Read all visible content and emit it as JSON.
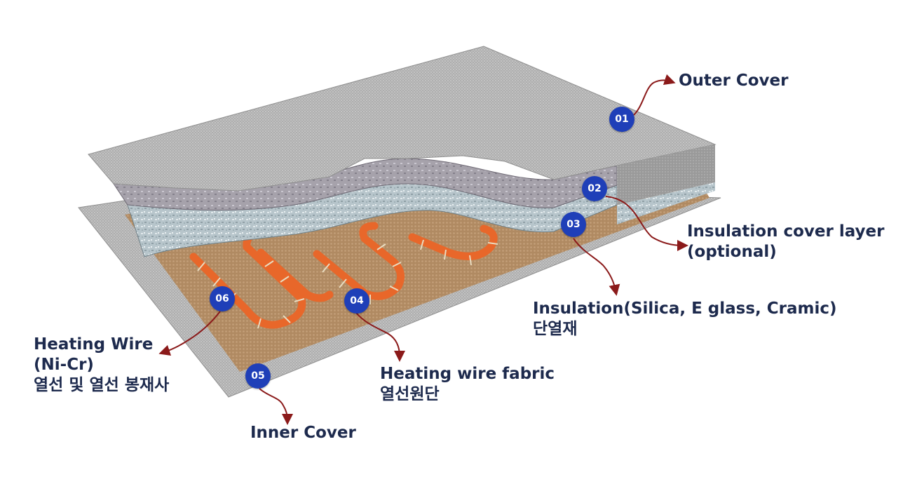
{
  "badges": [
    "01",
    "02",
    "03",
    "04",
    "05",
    "06"
  ],
  "labels": {
    "outer_cover": [
      "Outer Cover"
    ],
    "insulation_cover": [
      "Insulation cover layer",
      "(optional)"
    ],
    "insulation": [
      "Insulation(Silica, E glass, Cramic)",
      "단열재"
    ],
    "heating_fabric": [
      "Heating wire fabric",
      "열선원단"
    ],
    "heating_wire": [
      "Heating Wire",
      "(Ni-Cr)",
      "열선 및 열선 봉재사"
    ],
    "inner_cover": [
      "Inner Cover"
    ]
  },
  "colors": {
    "badge": "#1f3fb8",
    "label_text": "#1d2a4d",
    "arrow": "#8b1a1a",
    "heating_wire": "#e8672a",
    "fabric": "#b9936a",
    "cover": "#a9a9a9",
    "insulation": "#b9c7cc"
  }
}
